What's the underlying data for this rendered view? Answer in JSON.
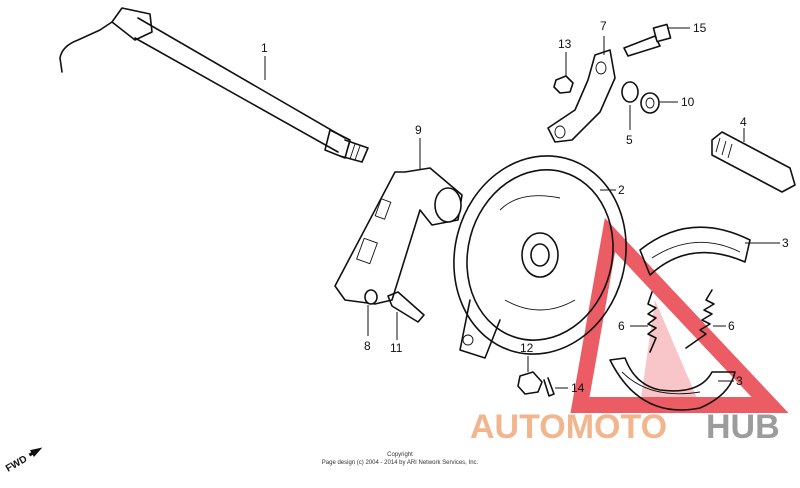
{
  "callouts": {
    "c1": "1",
    "c2": "2",
    "c3a": "3",
    "c3b": "3",
    "c4": "4",
    "c5": "5",
    "c6a": "6",
    "c6b": "6",
    "c7": "7",
    "c8": "8",
    "c9": "9",
    "c10": "10",
    "c11": "11",
    "c12": "12",
    "c13": "13",
    "c14": "14",
    "c15": "15"
  },
  "footer": {
    "copyright": "Copyright",
    "generated": "Page design (c) 2004 - 2014 by ARI Network Services, Inc."
  },
  "direction": {
    "label": "FWD"
  },
  "watermark": {
    "part1": "AUTOMOTO",
    "part2": "HUB",
    "logo_color": "#e8404a"
  }
}
